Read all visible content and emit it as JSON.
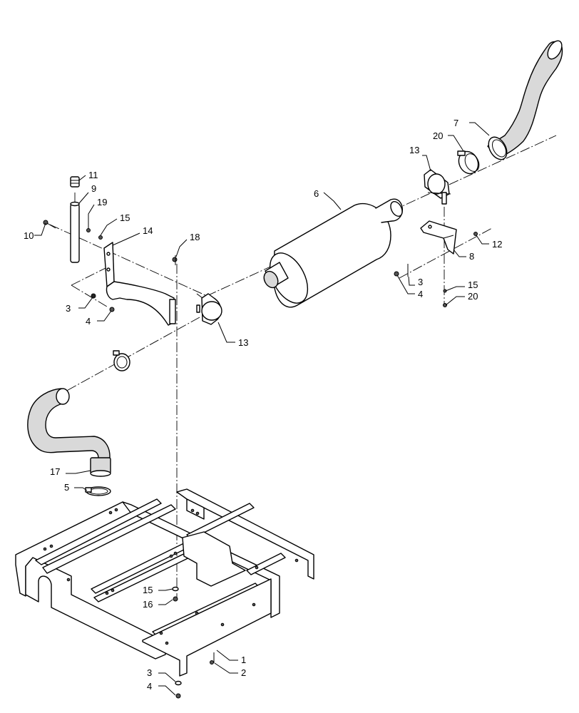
{
  "callouts": [
    {
      "id": "c1",
      "text": "1"
    },
    {
      "id": "c2",
      "text": "2"
    },
    {
      "id": "c3a",
      "text": "3"
    },
    {
      "id": "c3b",
      "text": "3"
    },
    {
      "id": "c3c",
      "text": "3"
    },
    {
      "id": "c4a",
      "text": "4"
    },
    {
      "id": "c4b",
      "text": "4"
    },
    {
      "id": "c4c",
      "text": "4"
    },
    {
      "id": "c5",
      "text": "5"
    },
    {
      "id": "c6",
      "text": "6"
    },
    {
      "id": "c7",
      "text": "7"
    },
    {
      "id": "c8",
      "text": "8"
    },
    {
      "id": "c9",
      "text": "9"
    },
    {
      "id": "c10",
      "text": "10"
    },
    {
      "id": "c11",
      "text": "11"
    },
    {
      "id": "c12",
      "text": "12"
    },
    {
      "id": "c13a",
      "text": "13"
    },
    {
      "id": "c13b",
      "text": "13"
    },
    {
      "id": "c14",
      "text": "14"
    },
    {
      "id": "c15a",
      "text": "15"
    },
    {
      "id": "c15b",
      "text": "15"
    },
    {
      "id": "c15c",
      "text": "15"
    },
    {
      "id": "c16",
      "text": "16"
    },
    {
      "id": "c17",
      "text": "17"
    },
    {
      "id": "c18",
      "text": "18"
    },
    {
      "id": "c19",
      "text": "19"
    },
    {
      "id": "c20a",
      "text": "20"
    },
    {
      "id": "c20b",
      "text": "20"
    }
  ]
}
